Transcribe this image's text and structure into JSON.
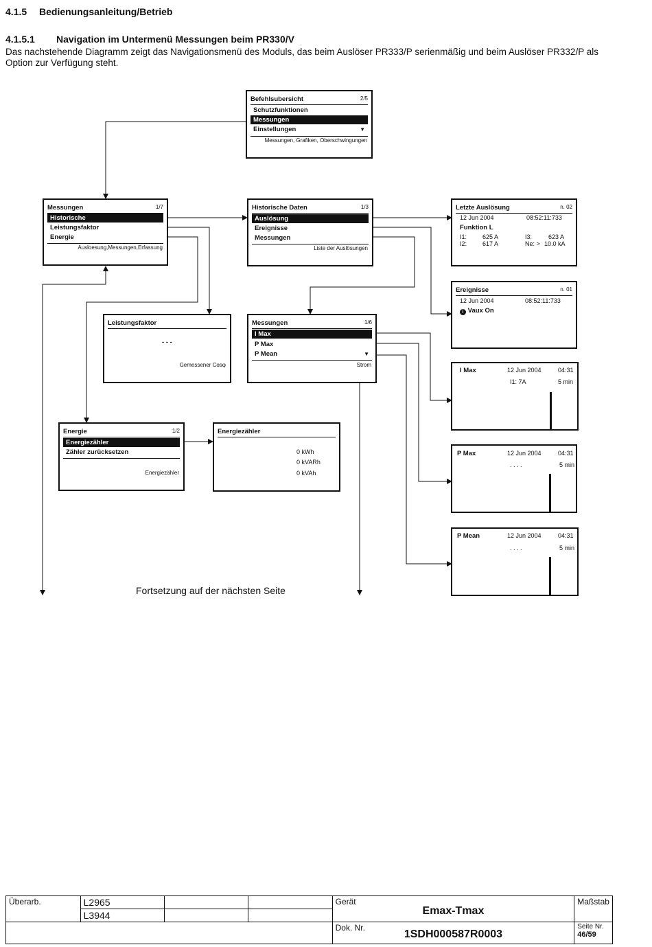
{
  "heading": {
    "section": "4.1.5",
    "title": "Bedienungsanleitung/Betrieb"
  },
  "subheading": {
    "section": "4.1.5.1",
    "title": "Navigation im Untermenü Messungen beim PR330/V"
  },
  "intro": "Das nachstehende Diagramm zeigt das Navigationsmenü des Moduls, das beim Auslöser PR333/P serienmäßig und beim Auslöser PR332/P als Option zur Verfügung steht.",
  "screens": {
    "befehlsubersicht": {
      "title": "Befehlsubersicht",
      "page": "2/5",
      "items": [
        "Schutzfunktionen",
        "Messungen",
        "Einstellungen"
      ],
      "footer": "Messungen, Grafiken, Oberschwingungen"
    },
    "messungen": {
      "title": "Messungen",
      "page": "1/7",
      "items": [
        "Historische",
        "Leistungsfaktor",
        "Energie"
      ],
      "footer": "Ausloesung,Messungen,Erfassung"
    },
    "historische": {
      "title": "Historische Daten",
      "page": "1/3",
      "items": [
        "Auslösung",
        "Ereignisse",
        "Messungen"
      ],
      "footer": "Liste der Auslösungen"
    },
    "letzte": {
      "title": "Letzte Auslösung",
      "page": "n. 02",
      "date": "12 Jun  2004",
      "time": "08:52:11:733",
      "funktion": "Funktion L",
      "i1_label": "I1:",
      "i1_value": "625 A",
      "i3_label": "I3:",
      "i3_value": "623 A",
      "i2_label": "I2:",
      "i2_value": "617 A",
      "ne_label": "Ne: >",
      "ne_value": "10.0 kA"
    },
    "ereignisse": {
      "title": "Ereignisse",
      "page": "n. 01",
      "date": "12 Jun 2004",
      "time": "08:52:11:733",
      "event": "Vaux On"
    },
    "leistungsfaktor": {
      "title": "Leistungsfaktor",
      "value": "- - -",
      "footer": "Gemessener Cosφ"
    },
    "messungen2": {
      "title": "Messungen",
      "page": "1/6",
      "items": [
        "I Max",
        "P Max",
        "P Mean"
      ],
      "footer": "Strom"
    },
    "imax": {
      "title": "I Max",
      "date": "12 Jun 2004",
      "time": "04:31",
      "value": "I1:  7A",
      "interval": "5 min"
    },
    "pmax": {
      "title": "P Max",
      "date": "12 Jun 2004",
      "time": "04:31",
      "value": ". . . .",
      "interval": "5 min"
    },
    "pmean": {
      "title": "P Mean",
      "date": "12 Jun 2004",
      "time": "04:31",
      "value": ". . . .",
      "interval": "5 min"
    },
    "energie": {
      "title": "Energie",
      "page": "1/2",
      "items": [
        "Energiezähler",
        "Zähler zurücksetzen"
      ],
      "footer": "Energiezähler"
    },
    "energiezaehler": {
      "title": "Energiezähler",
      "values": [
        "0 kWh",
        "0 kVARh",
        "0 kVAh"
      ]
    }
  },
  "continuation": "Fortsetzung auf der nächsten Seite",
  "footer": {
    "ueberarb": "Überarb.",
    "rev1": "L2965",
    "rev2": "L3944",
    "geraet_label": "Gerät",
    "geraet": "Emax-Tmax",
    "massstab": "Maßstab",
    "doknr_label": "Dok. Nr.",
    "doknr": "1SDH000587R0003",
    "seite_label": "Seite Nr.",
    "seite": "46/59"
  },
  "icons": {
    "down_arrow": "triangle-down-icon",
    "info": "info-icon"
  }
}
